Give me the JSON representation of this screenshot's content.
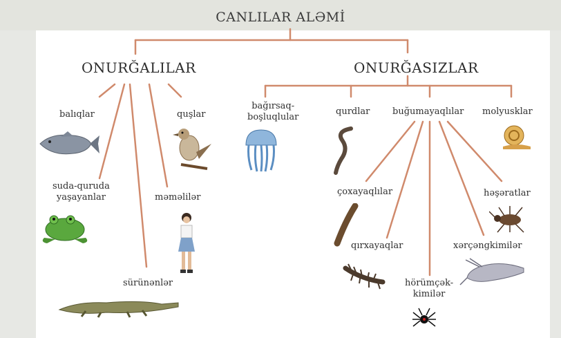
{
  "title": "CANLILAR ALƏMİ",
  "groups": {
    "vertebrates": "ONURĞALILAR",
    "invertebrates": "ONURĞASIZLAR"
  },
  "vertebrates": {
    "fish": "balıqlar",
    "birds": "quşlar",
    "amphibians": "suda-quruda\nyaşayanlar",
    "mammals": "məməlilər",
    "reptiles": "sürünənlər"
  },
  "invertebrates": {
    "coelenterates": "bağırsaq-\nboşluqlular",
    "worms": "qurdlar",
    "arthropods": "buğumayaqlılar",
    "molluscs": "molyusklar"
  },
  "arthropods": {
    "millipedes": "çoxayaqlılar",
    "centipedes": "qırxayaqlar",
    "spiders": "hörümçək-\nkimilər",
    "crustaceans": "xərçəngkimilər",
    "insects": "həşəratlar"
  }
}
